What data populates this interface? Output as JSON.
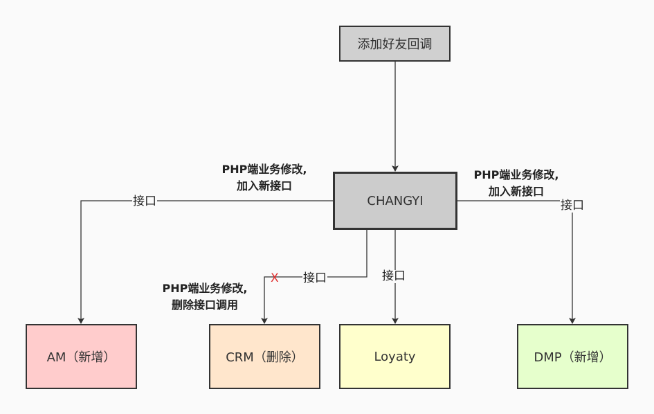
{
  "nodes": {
    "callback": {
      "label": "添加好友回调",
      "fill": "#d0d0d0"
    },
    "changyi": {
      "label": "CHANGYI",
      "fill": "#cccccc"
    },
    "am": {
      "label": "AM（新增）",
      "fill": "#ffcccc"
    },
    "crm": {
      "label": "CRM（删除）",
      "fill": "#ffe6cc"
    },
    "loyaty": {
      "label": "Loyaty",
      "fill": "#ffffcc"
    },
    "dmp": {
      "label": "DMP（新增）",
      "fill": "#e6ffcc"
    }
  },
  "edge_labels": {
    "am": "接口",
    "crm": "接口",
    "loyaty": "接口",
    "dmp": "接口"
  },
  "notes": {
    "am": {
      "line1": "PHP端业务修改,",
      "line2": "加入新接口"
    },
    "dmp": {
      "line1": "PHP端业务修改,",
      "line2": "加入新接口"
    },
    "crm": {
      "line1": "PHP端业务修改,",
      "line2": "删除接口调用"
    }
  },
  "crm_cross_mark": "X"
}
